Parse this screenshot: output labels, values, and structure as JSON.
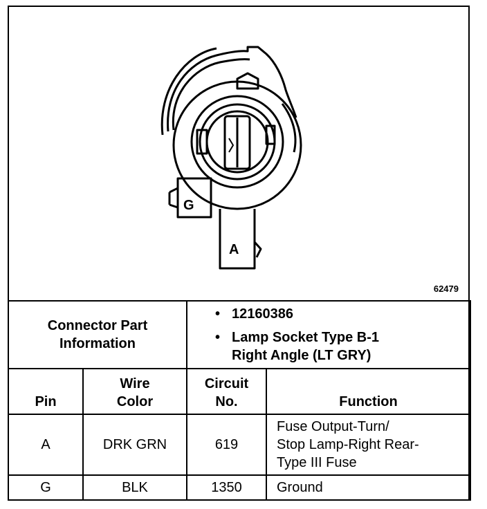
{
  "figure": {
    "number": "62479",
    "pin_labels": {
      "g": "G",
      "a": "A"
    }
  },
  "connector_info": {
    "label_line1": "Connector Part",
    "label_line2": "Information",
    "items": [
      "12160386",
      "Lamp Socket Type B-1",
      "Right Angle (LT GRY)"
    ]
  },
  "pin_table": {
    "headers": {
      "pin": "Pin",
      "wire_color_line1": "Wire",
      "wire_color_line2": "Color",
      "circuit_line1": "Circuit",
      "circuit_line2": "No.",
      "function": "Function"
    },
    "rows": [
      {
        "pin": "A",
        "wire_color": "DRK GRN",
        "circuit": "619",
        "function_lines": [
          "Fuse Output-Turn/",
          "Stop Lamp-Right Rear-",
          "Type III Fuse"
        ]
      },
      {
        "pin": "G",
        "wire_color": "BLK",
        "circuit": "1350",
        "function_lines": [
          "Ground"
        ]
      }
    ]
  }
}
